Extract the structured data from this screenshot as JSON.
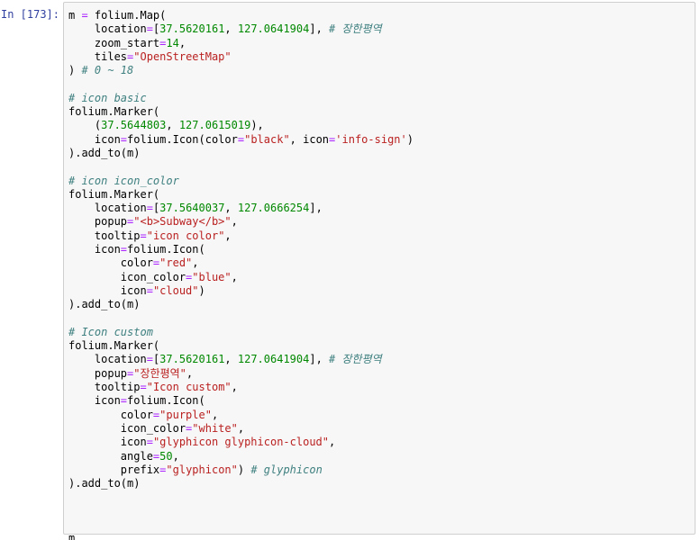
{
  "cell": {
    "prompt": "In [173]:"
  },
  "code_lines": [
    [
      [
        "name",
        "m "
      ],
      [
        "op",
        "="
      ],
      [
        "name",
        " folium.Map("
      ]
    ],
    [
      [
        "name",
        "    location"
      ],
      [
        "op",
        "="
      ],
      [
        "punc",
        "["
      ],
      [
        "num",
        "37.5620161"
      ],
      [
        "punc",
        ", "
      ],
      [
        "num",
        "127.0641904"
      ],
      [
        "punc",
        "], "
      ],
      [
        "com",
        "# 장한평역"
      ]
    ],
    [
      [
        "name",
        "    zoom_start"
      ],
      [
        "op",
        "="
      ],
      [
        "num",
        "14"
      ],
      [
        "punc",
        ","
      ]
    ],
    [
      [
        "name",
        "    tiles"
      ],
      [
        "op",
        "="
      ],
      [
        "str",
        "\"OpenStreetMap\""
      ]
    ],
    [
      [
        "punc",
        ") "
      ],
      [
        "com",
        "# 0 ~ 18"
      ]
    ],
    [],
    [
      [
        "com",
        "# icon basic"
      ]
    ],
    [
      [
        "name",
        "folium.Marker("
      ]
    ],
    [
      [
        "punc",
        "    ("
      ],
      [
        "num",
        "37.5644803"
      ],
      [
        "punc",
        ", "
      ],
      [
        "num",
        "127.0615019"
      ],
      [
        "punc",
        "),"
      ]
    ],
    [
      [
        "name",
        "    icon"
      ],
      [
        "op",
        "="
      ],
      [
        "name",
        "folium.Icon(color"
      ],
      [
        "op",
        "="
      ],
      [
        "str",
        "\"black\""
      ],
      [
        "punc",
        ", icon"
      ],
      [
        "op",
        "="
      ],
      [
        "str",
        "'info-sign'"
      ],
      [
        "punc",
        ")"
      ]
    ],
    [
      [
        "punc",
        ").add_to(m)"
      ]
    ],
    [],
    [
      [
        "com",
        "# icon icon_color"
      ]
    ],
    [
      [
        "name",
        "folium.Marker("
      ]
    ],
    [
      [
        "name",
        "    location"
      ],
      [
        "op",
        "="
      ],
      [
        "punc",
        "["
      ],
      [
        "num",
        "37.5640037"
      ],
      [
        "punc",
        ", "
      ],
      [
        "num",
        "127.0666254"
      ],
      [
        "punc",
        "],"
      ]
    ],
    [
      [
        "name",
        "    popup"
      ],
      [
        "op",
        "="
      ],
      [
        "str",
        "\"<b>Subway</b>\""
      ],
      [
        "punc",
        ","
      ]
    ],
    [
      [
        "name",
        "    tooltip"
      ],
      [
        "op",
        "="
      ],
      [
        "str",
        "\"icon color\""
      ],
      [
        "punc",
        ","
      ]
    ],
    [
      [
        "name",
        "    icon"
      ],
      [
        "op",
        "="
      ],
      [
        "name",
        "folium.Icon("
      ]
    ],
    [
      [
        "name",
        "        color"
      ],
      [
        "op",
        "="
      ],
      [
        "str",
        "\"red\""
      ],
      [
        "punc",
        ","
      ]
    ],
    [
      [
        "name",
        "        icon_color"
      ],
      [
        "op",
        "="
      ],
      [
        "str",
        "\"blue\""
      ],
      [
        "punc",
        ","
      ]
    ],
    [
      [
        "name",
        "        icon"
      ],
      [
        "op",
        "="
      ],
      [
        "str",
        "\"cloud\""
      ],
      [
        "punc",
        ")"
      ]
    ],
    [
      [
        "punc",
        ").add_to(m)"
      ]
    ],
    [],
    [
      [
        "com",
        "# Icon custom"
      ]
    ],
    [
      [
        "name",
        "folium.Marker("
      ]
    ],
    [
      [
        "name",
        "    location"
      ],
      [
        "op",
        "="
      ],
      [
        "punc",
        "["
      ],
      [
        "num",
        "37.5620161"
      ],
      [
        "punc",
        ", "
      ],
      [
        "num",
        "127.0641904"
      ],
      [
        "punc",
        "], "
      ],
      [
        "com",
        "# 장한평역"
      ]
    ],
    [
      [
        "name",
        "    popup"
      ],
      [
        "op",
        "="
      ],
      [
        "str",
        "\"장한평역\""
      ],
      [
        "punc",
        ","
      ]
    ],
    [
      [
        "name",
        "    tooltip"
      ],
      [
        "op",
        "="
      ],
      [
        "str",
        "\"Icon custom\""
      ],
      [
        "punc",
        ","
      ]
    ],
    [
      [
        "name",
        "    icon"
      ],
      [
        "op",
        "="
      ],
      [
        "name",
        "folium.Icon("
      ]
    ],
    [
      [
        "name",
        "        color"
      ],
      [
        "op",
        "="
      ],
      [
        "str",
        "\"purple\""
      ],
      [
        "punc",
        ","
      ]
    ],
    [
      [
        "name",
        "        icon_color"
      ],
      [
        "op",
        "="
      ],
      [
        "str",
        "\"white\""
      ],
      [
        "punc",
        ","
      ]
    ],
    [
      [
        "name",
        "        icon"
      ],
      [
        "op",
        "="
      ],
      [
        "str",
        "\"glyphicon glyphicon-cloud\""
      ],
      [
        "punc",
        ","
      ]
    ],
    [
      [
        "name",
        "        angle"
      ],
      [
        "op",
        "="
      ],
      [
        "num",
        "50"
      ],
      [
        "punc",
        ","
      ]
    ],
    [
      [
        "name",
        "        prefix"
      ],
      [
        "op",
        "="
      ],
      [
        "str",
        "\"glyphicon\""
      ],
      [
        "punc",
        ") "
      ],
      [
        "com",
        "# glyphicon"
      ]
    ],
    [
      [
        "punc",
        ").add_to(m)"
      ]
    ],
    [],
    [],
    [],
    [
      [
        "name",
        "m"
      ]
    ]
  ],
  "colors": {
    "prompt": "#303f9f",
    "number": "#008800",
    "string": "#ba2121",
    "comment": "#408080",
    "operator": "#aa22ff",
    "cell_background": "#f7f7f7",
    "cell_border": "#cfcfcf"
  }
}
